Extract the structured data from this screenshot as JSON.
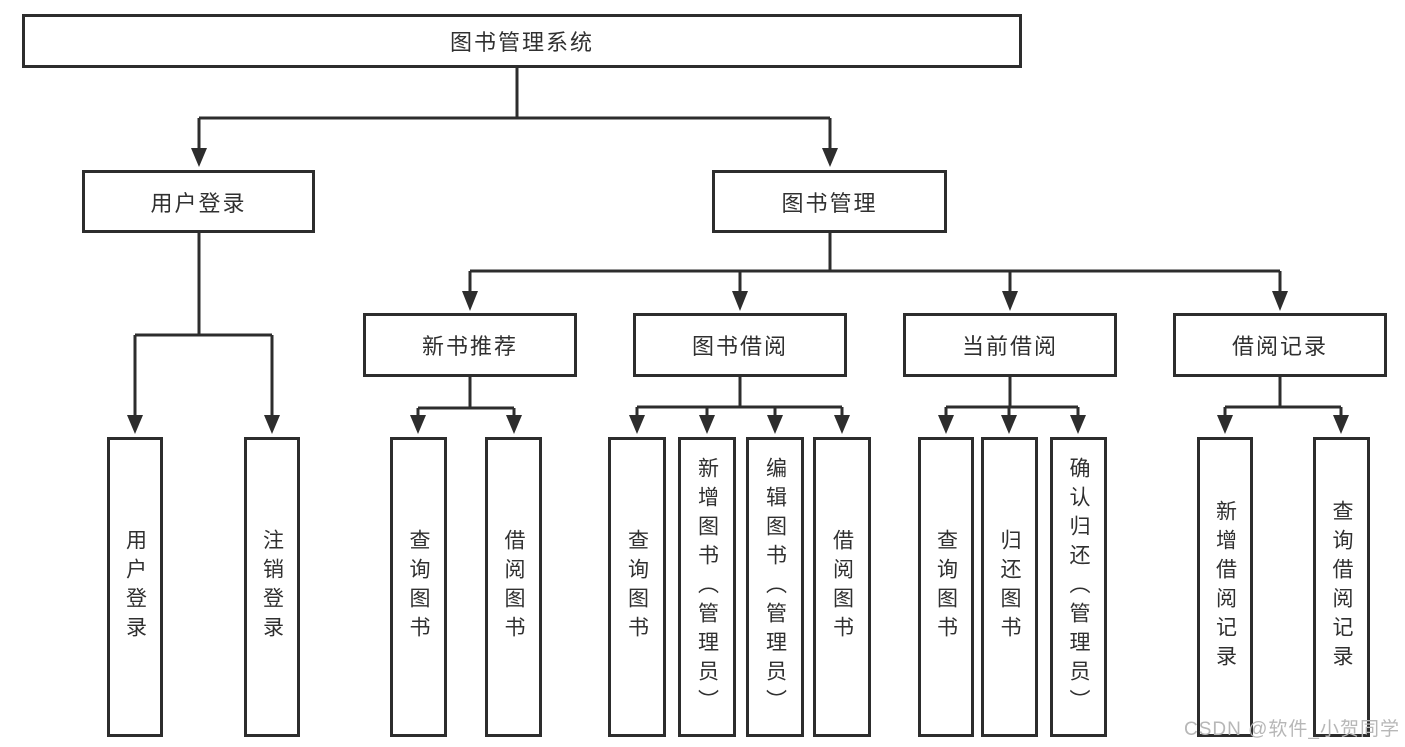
{
  "tree": {
    "label": "图书管理系统",
    "children": [
      {
        "label": "用户登录",
        "children": [
          {
            "label": "用户登录"
          },
          {
            "label": "注销登录"
          }
        ]
      },
      {
        "label": "图书管理",
        "children": [
          {
            "label": "新书推荐",
            "children": [
              {
                "label": "查询图书"
              },
              {
                "label": "借阅图书"
              }
            ]
          },
          {
            "label": "图书借阅",
            "children": [
              {
                "label": "查询图书"
              },
              {
                "label": "新增图书（管理员）"
              },
              {
                "label": "编辑图书（管理员）"
              },
              {
                "label": "借阅图书"
              }
            ]
          },
          {
            "label": "当前借阅",
            "children": [
              {
                "label": "查询图书"
              },
              {
                "label": "归还图书"
              },
              {
                "label": "确认归还（管理员）"
              }
            ]
          },
          {
            "label": "借阅记录",
            "children": [
              {
                "label": "新增借阅记录"
              },
              {
                "label": "查询借阅记录"
              }
            ]
          }
        ]
      }
    ]
  },
  "watermark": {
    "text": "CSDN @软件_小贺同学"
  },
  "colors": {
    "line": "#2d2d2d",
    "box_border": "#2d2d2d",
    "text": "#303030",
    "watermark": "#b7b7b7",
    "background": "#ffffff"
  }
}
